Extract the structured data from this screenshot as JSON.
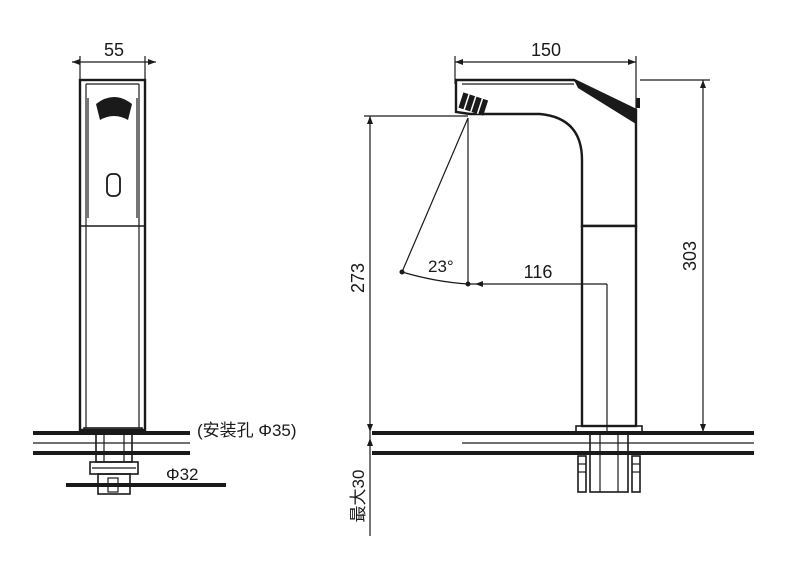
{
  "labels": {
    "front_width": "55",
    "install_hole": "(安装孔 Φ35)",
    "thread_dia": "Φ32",
    "side_length": "150",
    "spout_height": "273",
    "total_height": "303",
    "spout_reach": "116",
    "angle": "23°",
    "max_thickness": "最大30"
  }
}
